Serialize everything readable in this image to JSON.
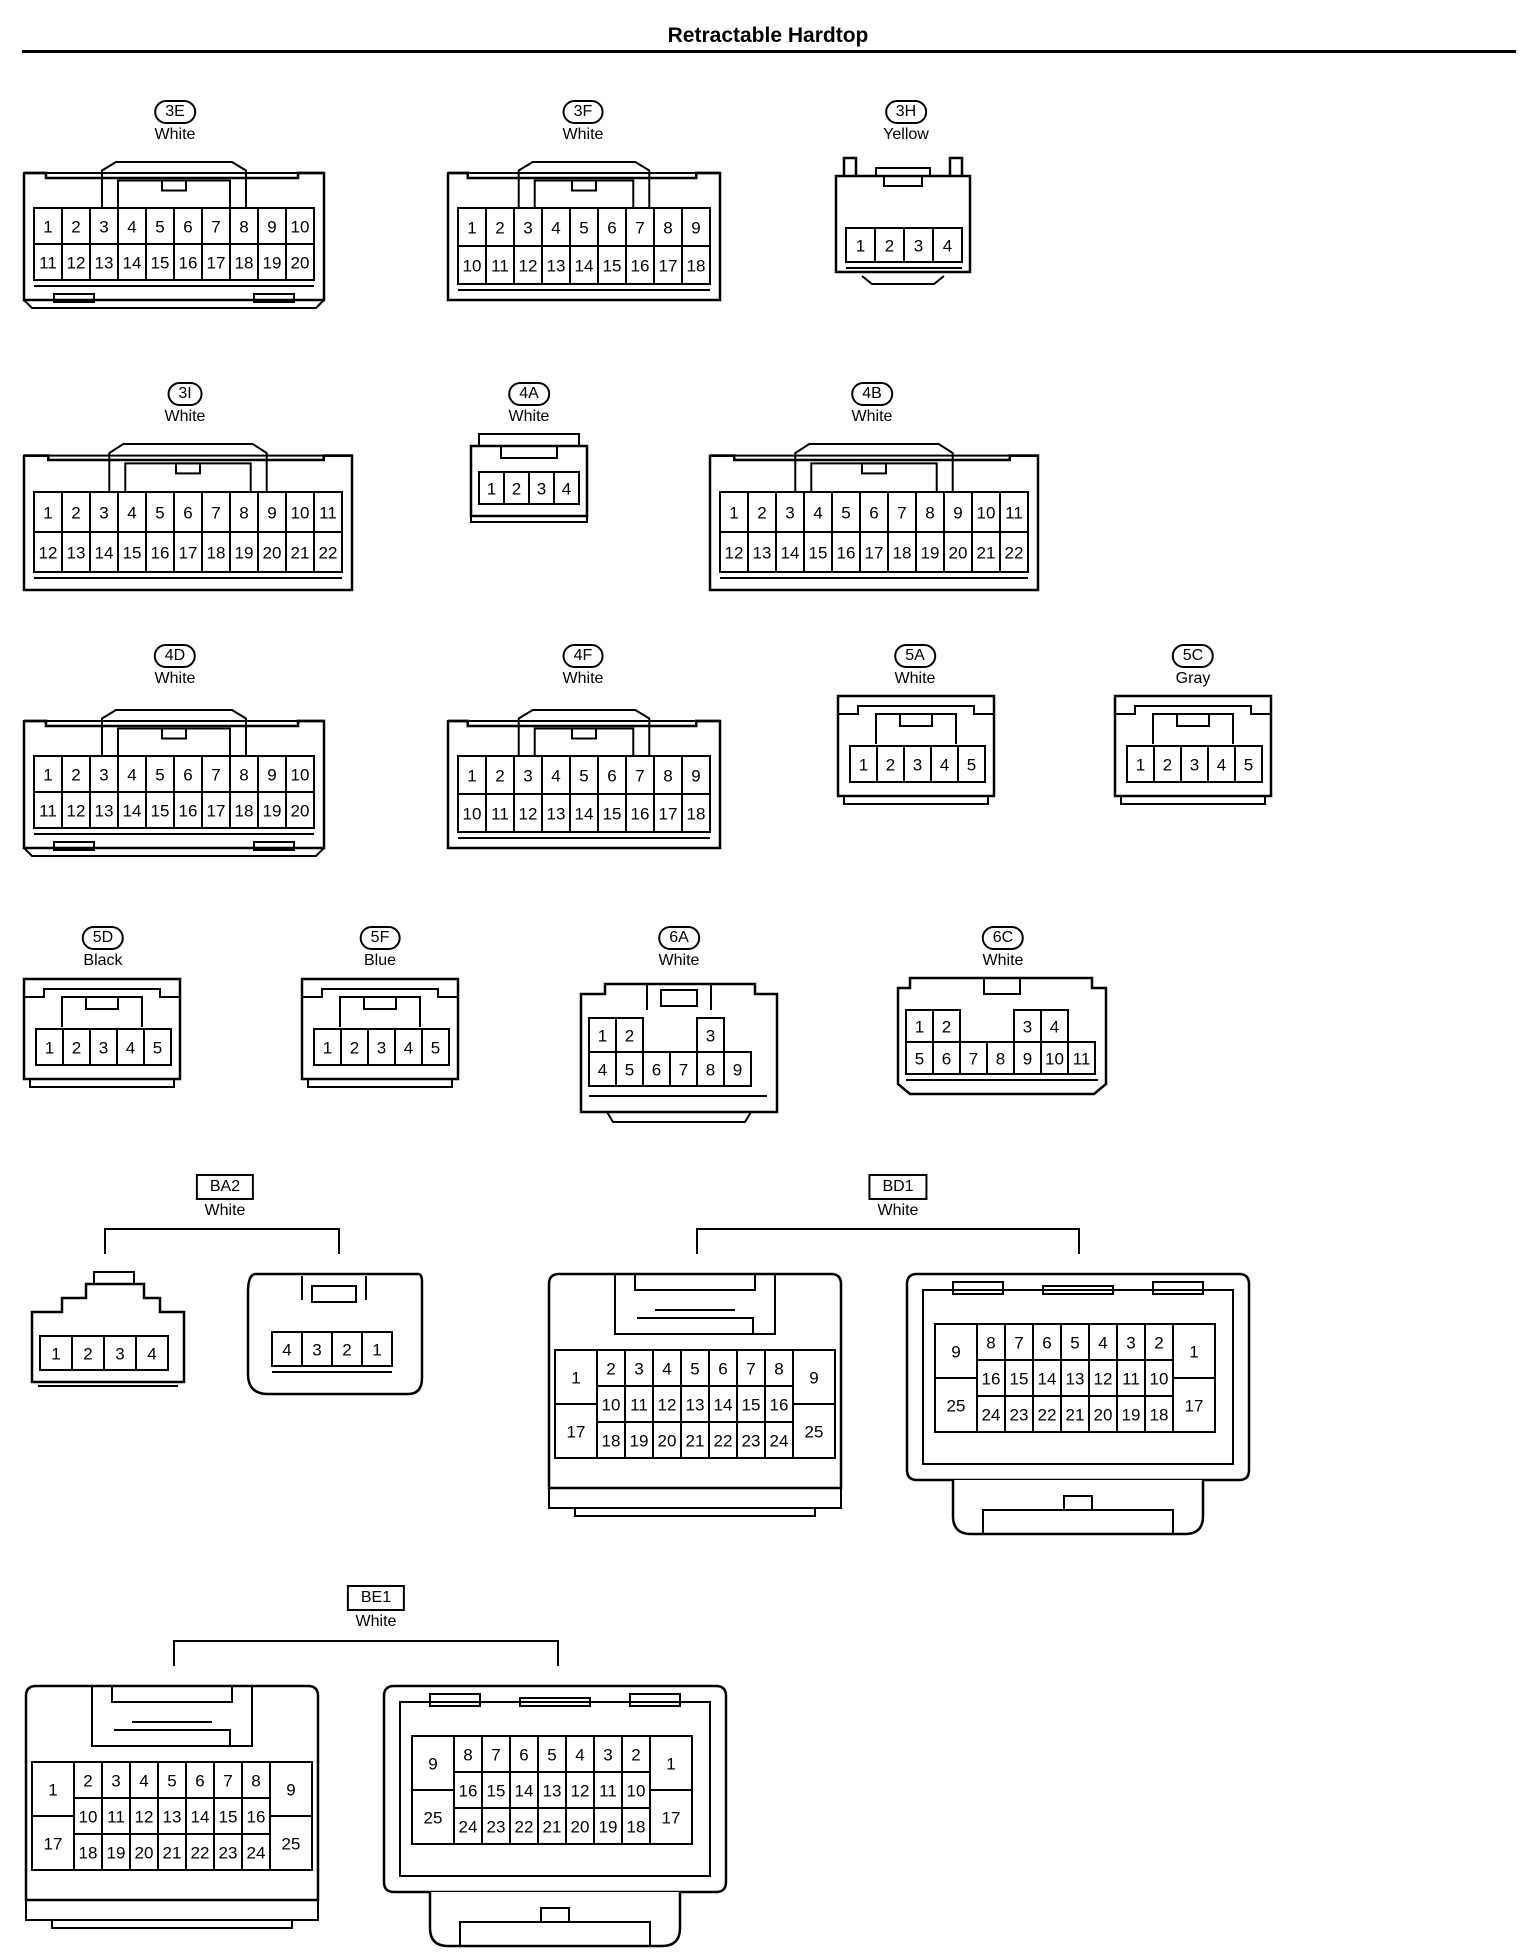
{
  "title": "Retractable Hardtop",
  "connectors": [
    {
      "id": "3E",
      "color": "White",
      "rows": [
        [
          "1",
          "2",
          "3",
          "4",
          "5",
          "6",
          "7",
          "8",
          "9",
          "10"
        ],
        [
          "11",
          "12",
          "13",
          "14",
          "15",
          "16",
          "17",
          "18",
          "19",
          "20"
        ]
      ]
    },
    {
      "id": "3F",
      "color": "White",
      "rows": [
        [
          "1",
          "2",
          "3",
          "4",
          "5",
          "6",
          "7",
          "8",
          "9"
        ],
        [
          "10",
          "11",
          "12",
          "13",
          "14",
          "15",
          "16",
          "17",
          "18"
        ]
      ]
    },
    {
      "id": "3H",
      "color": "Yellow",
      "rows": [
        [
          "1",
          "2",
          "3",
          "4"
        ]
      ]
    },
    {
      "id": "3I",
      "color": "White",
      "rows": [
        [
          "1",
          "2",
          "3",
          "4",
          "5",
          "6",
          "7",
          "8",
          "9",
          "10",
          "11"
        ],
        [
          "12",
          "13",
          "14",
          "15",
          "16",
          "17",
          "18",
          "19",
          "20",
          "21",
          "22"
        ]
      ]
    },
    {
      "id": "4A",
      "color": "White",
      "rows": [
        [
          "1",
          "2",
          "3",
          "4"
        ]
      ]
    },
    {
      "id": "4B",
      "color": "White",
      "rows": [
        [
          "1",
          "2",
          "3",
          "4",
          "5",
          "6",
          "7",
          "8",
          "9",
          "10",
          "11"
        ],
        [
          "12",
          "13",
          "14",
          "15",
          "16",
          "17",
          "18",
          "19",
          "20",
          "21",
          "22"
        ]
      ]
    },
    {
      "id": "4D",
      "color": "White",
      "rows": [
        [
          "1",
          "2",
          "3",
          "4",
          "5",
          "6",
          "7",
          "8",
          "9",
          "10"
        ],
        [
          "11",
          "12",
          "13",
          "14",
          "15",
          "16",
          "17",
          "18",
          "19",
          "20"
        ]
      ]
    },
    {
      "id": "4F",
      "color": "White",
      "rows": [
        [
          "1",
          "2",
          "3",
          "4",
          "5",
          "6",
          "7",
          "8",
          "9"
        ],
        [
          "10",
          "11",
          "12",
          "13",
          "14",
          "15",
          "16",
          "17",
          "18"
        ]
      ]
    },
    {
      "id": "5A",
      "color": "White",
      "rows": [
        [
          "1",
          "2",
          "3",
          "4",
          "5"
        ]
      ]
    },
    {
      "id": "5C",
      "color": "Gray",
      "rows": [
        [
          "1",
          "2",
          "3",
          "4",
          "5"
        ]
      ]
    },
    {
      "id": "5D",
      "color": "Black",
      "rows": [
        [
          "1",
          "2",
          "3",
          "4",
          "5"
        ]
      ]
    },
    {
      "id": "5F",
      "color": "Blue",
      "rows": [
        [
          "1",
          "2",
          "3",
          "4",
          "5"
        ]
      ]
    },
    {
      "id": "6A",
      "color": "White",
      "rows": [
        [
          "1",
          "2",
          "",
          "",
          "3"
        ],
        [
          "4",
          "5",
          "6",
          "7",
          "8",
          "9"
        ]
      ]
    },
    {
      "id": "6C",
      "color": "White",
      "rows": [
        [
          "1",
          "2",
          "",
          "",
          "3",
          "4"
        ],
        [
          "5",
          "6",
          "7",
          "8",
          "9",
          "10",
          "11"
        ]
      ]
    },
    {
      "id": "BA2",
      "color": "White",
      "sides": [
        [
          "1",
          "2",
          "3",
          "4"
        ],
        [
          "4",
          "3",
          "2",
          "1"
        ]
      ]
    },
    {
      "id": "BD1",
      "color": "White",
      "sides": [
        {
          "left": [
            "1",
            "17"
          ],
          "rows": [
            [
              "2",
              "3",
              "4",
              "5",
              "6",
              "7",
              "8"
            ],
            [
              "10",
              "11",
              "12",
              "13",
              "14",
              "15",
              "16"
            ],
            [
              "18",
              "19",
              "20",
              "21",
              "22",
              "23",
              "24"
            ]
          ],
          "right": [
            "9",
            "25"
          ]
        },
        {
          "left": [
            "9",
            "25"
          ],
          "rows": [
            [
              "8",
              "7",
              "6",
              "5",
              "4",
              "3",
              "2"
            ],
            [
              "16",
              "15",
              "14",
              "13",
              "12",
              "11",
              "10"
            ],
            [
              "24",
              "23",
              "22",
              "21",
              "20",
              "19",
              "18"
            ]
          ],
          "right": [
            "1",
            "17"
          ]
        }
      ]
    },
    {
      "id": "BE1",
      "color": "White",
      "sides": [
        {
          "left": [
            "1",
            "17"
          ],
          "rows": [
            [
              "2",
              "3",
              "4",
              "5",
              "6",
              "7",
              "8"
            ],
            [
              "10",
              "11",
              "12",
              "13",
              "14",
              "15",
              "16"
            ],
            [
              "18",
              "19",
              "20",
              "21",
              "22",
              "23",
              "24"
            ]
          ],
          "right": [
            "9",
            "25"
          ]
        },
        {
          "left": [
            "9",
            "25"
          ],
          "rows": [
            [
              "8",
              "7",
              "6",
              "5",
              "4",
              "3",
              "2"
            ],
            [
              "16",
              "15",
              "14",
              "13",
              "12",
              "11",
              "10"
            ],
            [
              "24",
              "23",
              "22",
              "21",
              "20",
              "19",
              "18"
            ]
          ],
          "right": [
            "1",
            "17"
          ]
        }
      ]
    }
  ]
}
